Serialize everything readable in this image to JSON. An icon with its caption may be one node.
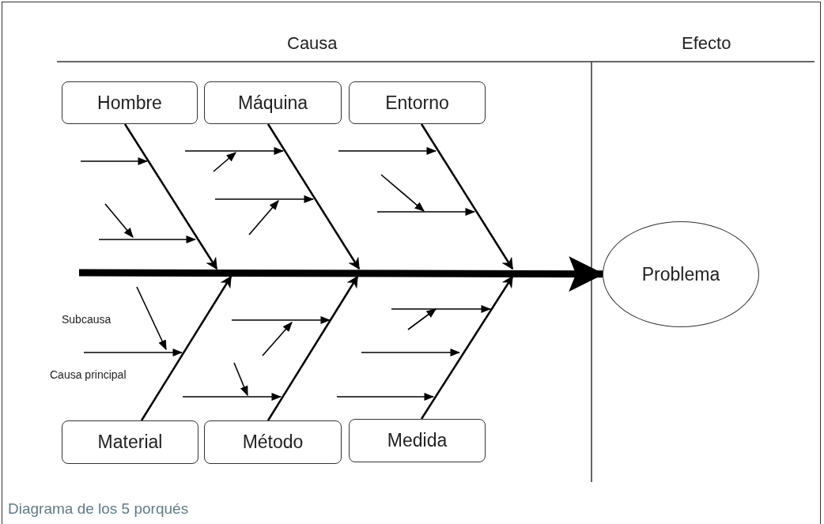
{
  "diagram": {
    "caption": "Diagrama de los 5 porqués",
    "nodes": [
      {
        "text": [
          "Hombre"
        ]
      },
      {
        "text": [
          "Máquina"
        ]
      },
      {
        "text": [
          "Entorno"
        ]
      },
      {
        "text": [
          "Material"
        ]
      },
      {
        "text": [
          "Método"
        ]
      },
      {
        "text": [
          "Medida"
        ]
      },
      {
        "text": [
          "Problema"
        ]
      }
    ],
    "edges": [
      {
        "from": 0,
        "to": null,
        "arrow": "to"
      },
      {
        "from": 1,
        "to": null,
        "arrow": "to"
      },
      {
        "from": 2,
        "to": null,
        "arrow": "to"
      },
      {
        "from": 3,
        "to": null,
        "arrow": "to"
      },
      {
        "from": 4,
        "to": null,
        "arrow": "to"
      },
      {
        "from": 5,
        "to": null,
        "arrow": "to"
      },
      {
        "from": null,
        "to": 6,
        "arrow": "to",
        "style": "thick"
      }
    ],
    "labels": [
      "Causa",
      "Efecto",
      "Subcausa",
      "Causa principal"
    ]
  }
}
